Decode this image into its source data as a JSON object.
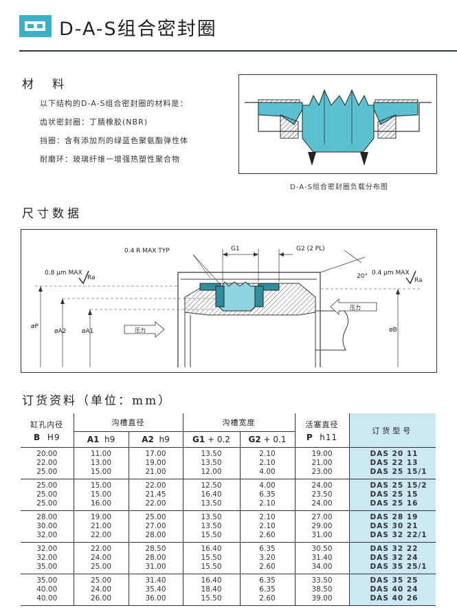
{
  "header": {
    "title": "D-A-S组合密封圈"
  },
  "materials": {
    "heading": "材　料",
    "lines": [
      "以下结构的D-A-S组合密封圈的材料是：",
      "齿状密封圈：丁腈橡胶(NBR)",
      "挡圈：含有添加剂的绿蓝色聚氨酯弹性体",
      "耐磨环：玻璃纤维一增强热塑性聚合物"
    ],
    "figure_caption": "D-A-S组合密封圈负载分布图"
  },
  "dimensions": {
    "heading": "尺寸数据",
    "labels": {
      "r_max": "0.4 R MAX TYP",
      "g1": "G1",
      "g2": "G2 (2 PL)",
      "ra_left": "0.8 μm MAX",
      "ra_right": "0.4 μm MAX",
      "ra": "Ra",
      "angle": "20°",
      "pressure_a": "压力",
      "pressure_b": "压力",
      "p": "øP",
      "a2": "øA2",
      "a1": "øA1",
      "b": "øB"
    }
  },
  "order": {
    "heading": "订货资料（单位：mm）",
    "headers": {
      "bore": "缸孔内径",
      "bore_sub_b": "B",
      "bore_sub_tol": "H9",
      "groove_dia": "沟槽直径",
      "a1": "A1",
      "a1_tol": "h9",
      "a2": "A2",
      "a2_tol": "h9",
      "groove_w": "沟槽宽度",
      "g1": "G1",
      "g1_tol": "+ 0.2",
      "g2": "G2",
      "g2_tol": "+ 0.1",
      "piston": "活塞直径",
      "p": "P",
      "p_tol": "h11",
      "code": "订货型号"
    },
    "groups": [
      [
        [
          "20.00",
          "11.00",
          "17.00",
          "13.50",
          "2.10",
          "19.00",
          "DAS 20 11"
        ],
        [
          "22.00",
          "13.00",
          "19.00",
          "13.50",
          "2.10",
          "21.00",
          "DAS 22 13"
        ],
        [
          "25.00",
          "15.00",
          "21.00",
          "12.00",
          "4.00",
          "23.00",
          "DAS 25 15/1"
        ]
      ],
      [
        [
          "25.00",
          "15.00",
          "22.00",
          "12.50",
          "4.00",
          "24.00",
          "DAS 25 15/2"
        ],
        [
          "25.00",
          "15.00",
          "21.45",
          "16.40",
          "6.35",
          "23.50",
          "DAS 25 15"
        ],
        [
          "25.00",
          "16.00",
          "22.00",
          "13.50",
          "2.10",
          "24.00",
          "DAS 25 16"
        ]
      ],
      [
        [
          "28.00",
          "19.00",
          "25.00",
          "13.50",
          "2.10",
          "27.00",
          "DAS 28 19"
        ],
        [
          "30.00",
          "21.00",
          "27.00",
          "13.50",
          "2.10",
          "29.00",
          "DAS 30 21"
        ],
        [
          "32.00",
          "22.00",
          "28.00",
          "15.50",
          "2.60",
          "31.00",
          "DAS 32 22/1"
        ]
      ],
      [
        [
          "32.00",
          "22.00",
          "28.50",
          "16.40",
          "6.35",
          "30.50",
          "DAS 32 22"
        ],
        [
          "32.00",
          "24.00",
          "28.00",
          "15.50",
          "3.20",
          "31.40",
          "DAS 32 24"
        ],
        [
          "35.00",
          "25.00",
          "31.00",
          "15.50",
          "2.60",
          "34.00",
          "DAS 35 25/1"
        ]
      ],
      [
        [
          "35.00",
          "25.00",
          "31.40",
          "16.40",
          "6.35",
          "33.50",
          "DAS 35 25"
        ],
        [
          "40.00",
          "24.00",
          "35.40",
          "18.40",
          "6.35",
          "38.50",
          "DAS 40 24"
        ],
        [
          "40.00",
          "26.00",
          "36.00",
          "15.50",
          "2.60",
          "39.00",
          "DAS 40 26"
        ]
      ]
    ]
  },
  "colors": {
    "accent": "#3bb0c6",
    "seal": "#5bc0cf",
    "code_bg": "#cbe8f3",
    "code_text": "#1e3560"
  }
}
